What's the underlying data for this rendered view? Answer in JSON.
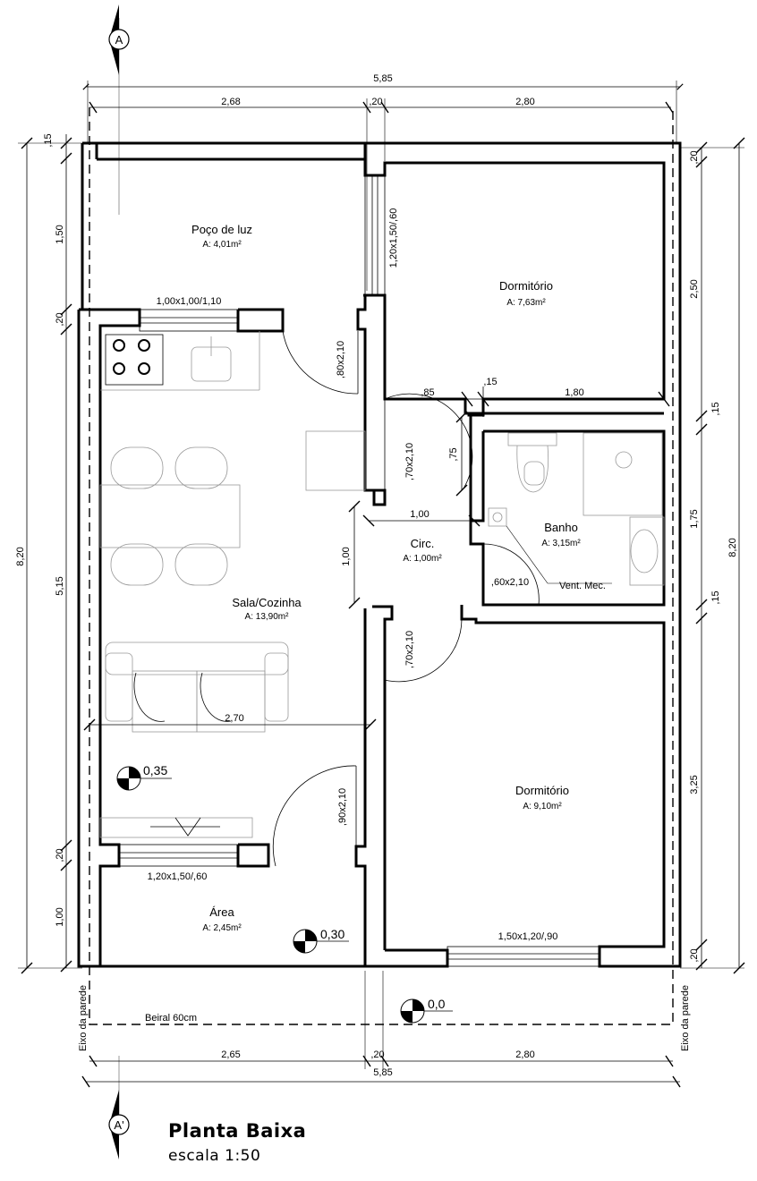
{
  "sections": {
    "top": "A",
    "bottom": "A'"
  },
  "dims": {
    "total_top": "5,85",
    "top_left": "2,68",
    "top_mid": ",20",
    "top_right": "2,80",
    "total_bottom": "5,85",
    "bottom_left": "2,65",
    "bottom_mid": ",20",
    "bottom_right": "2,80",
    "left_15": ",15",
    "left_150": "1,50",
    "left_20a": ",20",
    "left_515": "5,15",
    "left_20b": ",20",
    "left_100": "1,00",
    "left_total": "8,20",
    "right_20a": ",20",
    "right_250": "2,50",
    "right_15a": ",15",
    "right_175": "1,75",
    "right_15b": ",15",
    "right_325": "3,25",
    "right_20b": ",20",
    "right_total": "8,20",
    "int_85": ",85",
    "int_15": ",15",
    "int_180": "1,80",
    "int_100h": "1,00",
    "int_100v": "1,00",
    "int_270": "2,70",
    "int_75": ",75"
  },
  "rooms": {
    "poco": {
      "name": "Poço de luz",
      "area": "A: 4,01m²"
    },
    "dorm1": {
      "name": "Dormitório",
      "area": "A: 7,63m²"
    },
    "sala": {
      "name": "Sala/Cozinha",
      "area": "A: 13,90m²"
    },
    "circ": {
      "name": "Circ.",
      "area": "A: 1,00m²"
    },
    "banho": {
      "name": "Banho",
      "area": "A: 3,15m²"
    },
    "dorm2": {
      "name": "Dormitório",
      "area": "A: 9,10m²"
    },
    "area": {
      "name": "Área",
      "area": "A: 2,45m²"
    }
  },
  "openings": {
    "win_kitchen": "1,00x1,00/1,10",
    "win_dorm1": "1,20x1,50/,60",
    "door_kitchen": ",80x2,10",
    "door_dorm1": ",70x2,10",
    "door_dorm2": ",70x2,10",
    "door_banho": ",60x2,10",
    "vent": "Vent. Mec.",
    "door_area": ",90x2,10",
    "win_area": "1,20x1,50/,60",
    "win_dorm2": "1,50x1,20/,90"
  },
  "levels": {
    "sala": "0,35",
    "area": "0,30",
    "ext": "0,0"
  },
  "notes": {
    "beiral": "Beiral 60cm",
    "eixo_left": "Eixo da parede",
    "eixo_right": "Eixo da parede"
  },
  "title": "Planta Baixa",
  "subtitle": "escala 1:50"
}
